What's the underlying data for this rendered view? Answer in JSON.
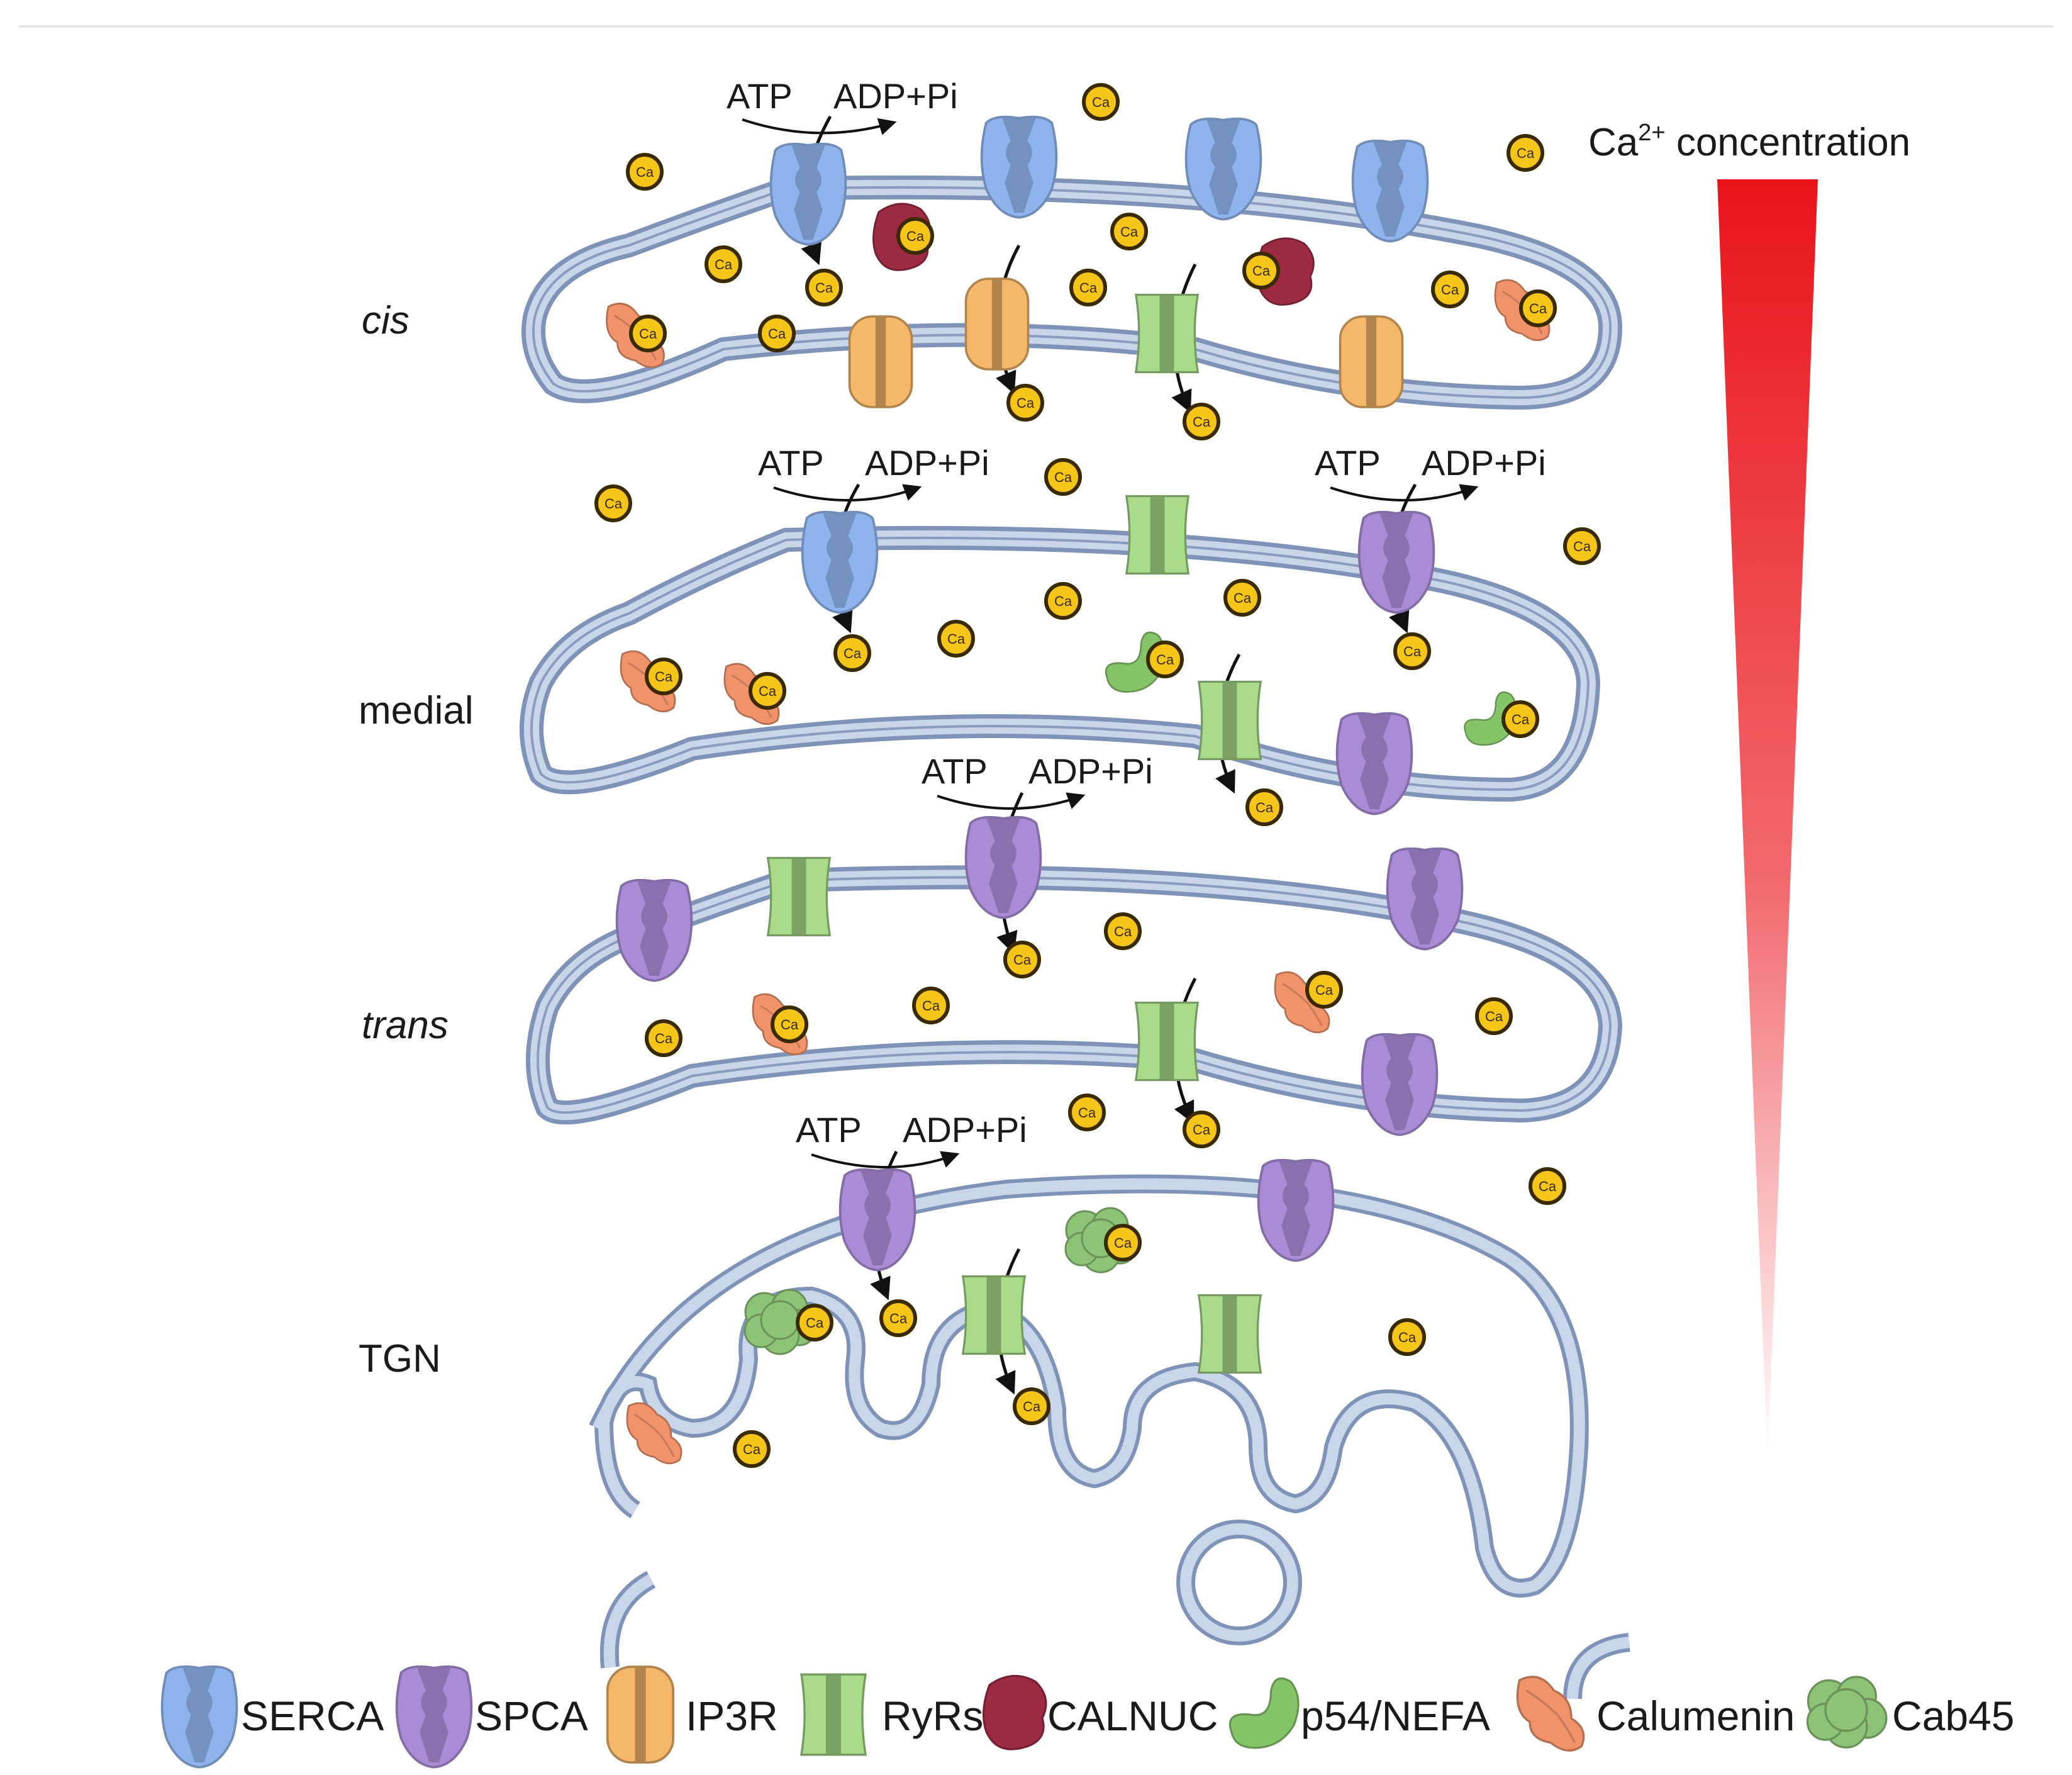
{
  "title": "",
  "ca_label": "Ca",
  "concentration_label": {
    "prefix": "Ca",
    "superscript": "2+",
    "suffix": " concentration"
  },
  "compartments": {
    "cis": "cis",
    "medial": "medial",
    "trans": "trans",
    "tgn": "TGN"
  },
  "reaction": {
    "atp": "ATP",
    "adp": "ADP+Pi"
  },
  "legend": [
    {
      "id": "serca",
      "label": "SERCA",
      "color": "#8fb3ec"
    },
    {
      "id": "spca",
      "label": "SPCA",
      "color": "#a98bd6"
    },
    {
      "id": "ip3r",
      "label": "IP3R",
      "color": "#f5b76a"
    },
    {
      "id": "ryrs",
      "label": "RyRs",
      "color": "#a9dc8a"
    },
    {
      "id": "calnuc",
      "label": "CALNUC",
      "color": "#9b2a42"
    },
    {
      "id": "p54",
      "label": "p54/NEFA",
      "color": "#86c46a"
    },
    {
      "id": "calumenin",
      "label": "Calumenin",
      "color": "#f0936b"
    },
    {
      "id": "cab45",
      "label": "Cab45",
      "color": "#8dc377"
    }
  ],
  "colors": {
    "membrane": "#b9c8e0",
    "membrane_edge": "#7f93b8",
    "ca_fill": "#f5c518",
    "ca_edge": "#3a2a00",
    "gradient_top": "#e8141a"
  }
}
